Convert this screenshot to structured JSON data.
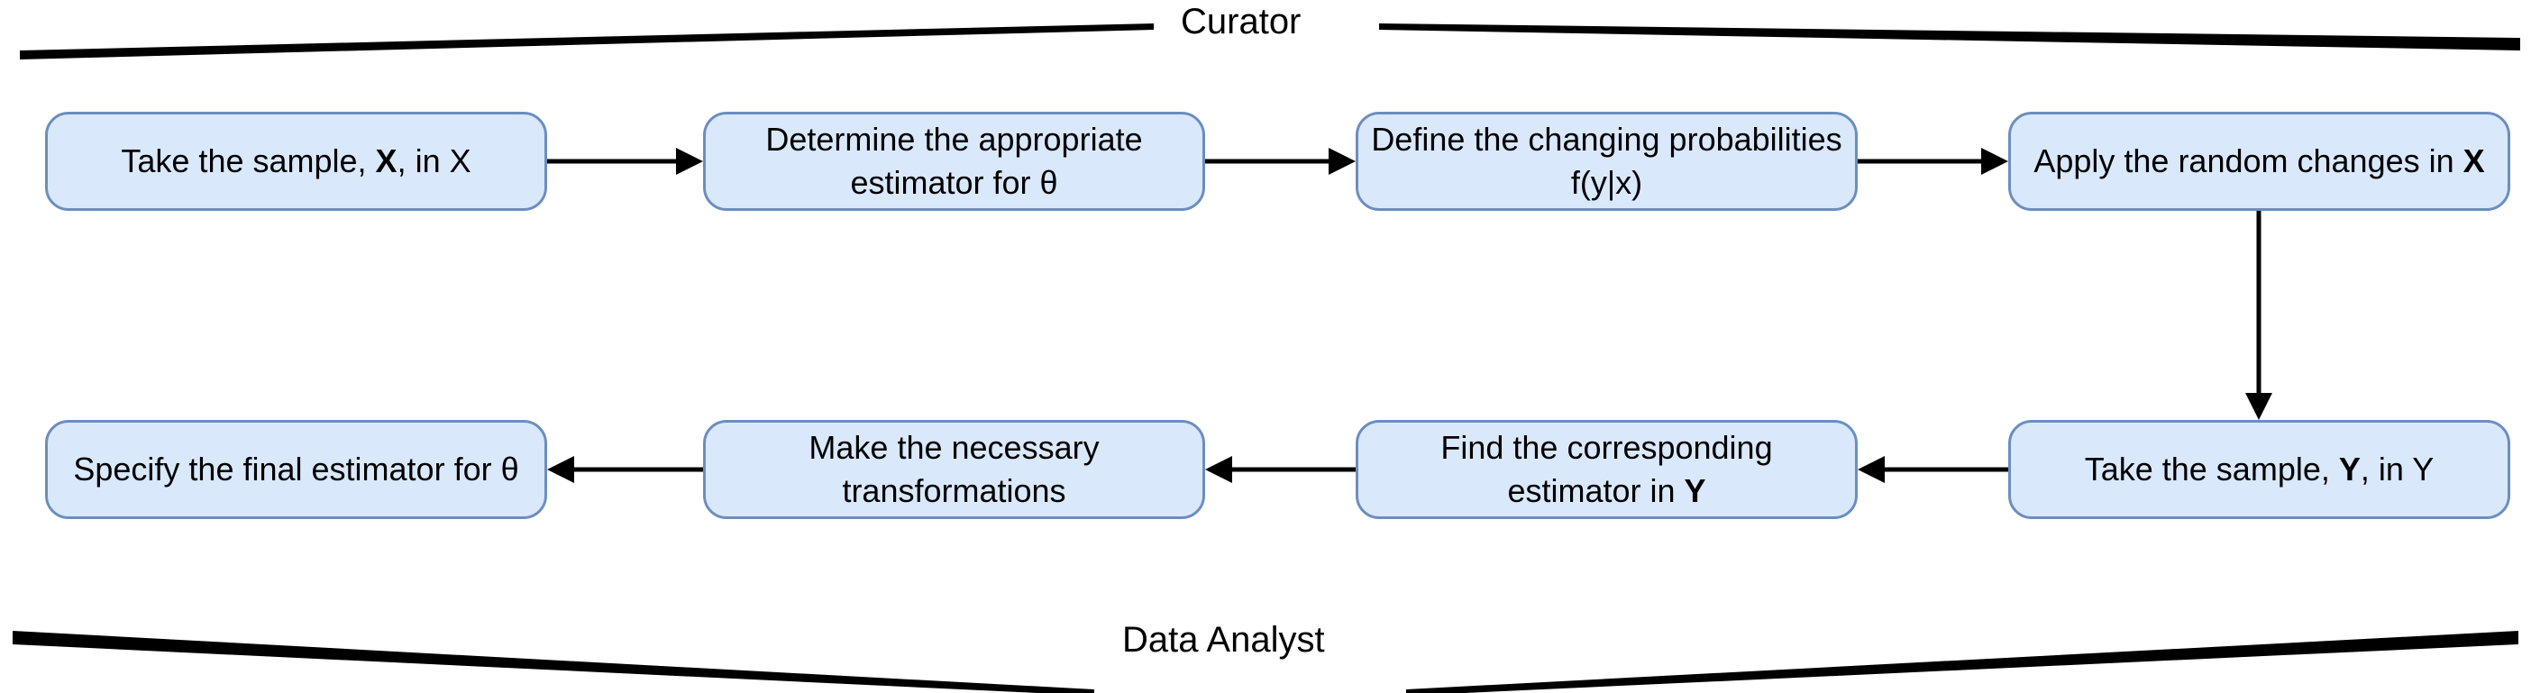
{
  "diagram": {
    "title_top": "Curator",
    "title_bottom": "Data Analyst",
    "colors": {
      "node_fill": "#dae8fc",
      "node_border": "#6c8ebf",
      "edge": "#000000",
      "text": "#000000",
      "background": "#ffffff"
    },
    "nodes": [
      {
        "id": "n1",
        "label": "Take the sample, X, in X",
        "lane": "curator"
      },
      {
        "id": "n2",
        "label": "Determine the appropriate estimator for θ",
        "lane": "curator"
      },
      {
        "id": "n3",
        "label": "Define the changing probabilities f(y|x)",
        "lane": "curator"
      },
      {
        "id": "n4",
        "label": "Apply the random changes in X",
        "lane": "curator"
      },
      {
        "id": "n5",
        "label": "Take the sample, Y, in Y",
        "lane": "analyst"
      },
      {
        "id": "n6",
        "label": "Find the corresponding estimator in Y",
        "lane": "analyst"
      },
      {
        "id": "n7",
        "label": "Make the necessary transformations",
        "lane": "analyst"
      },
      {
        "id": "n8",
        "label": "Specify the final estimator for θ",
        "lane": "analyst"
      }
    ],
    "edges": [
      {
        "from": "n1",
        "to": "n2",
        "direction": "right"
      },
      {
        "from": "n2",
        "to": "n3",
        "direction": "right"
      },
      {
        "from": "n3",
        "to": "n4",
        "direction": "right"
      },
      {
        "from": "n4",
        "to": "n5",
        "direction": "down"
      },
      {
        "from": "n5",
        "to": "n6",
        "direction": "left"
      },
      {
        "from": "n6",
        "to": "n7",
        "direction": "left"
      },
      {
        "from": "n7",
        "to": "n8",
        "direction": "left"
      }
    ]
  }
}
